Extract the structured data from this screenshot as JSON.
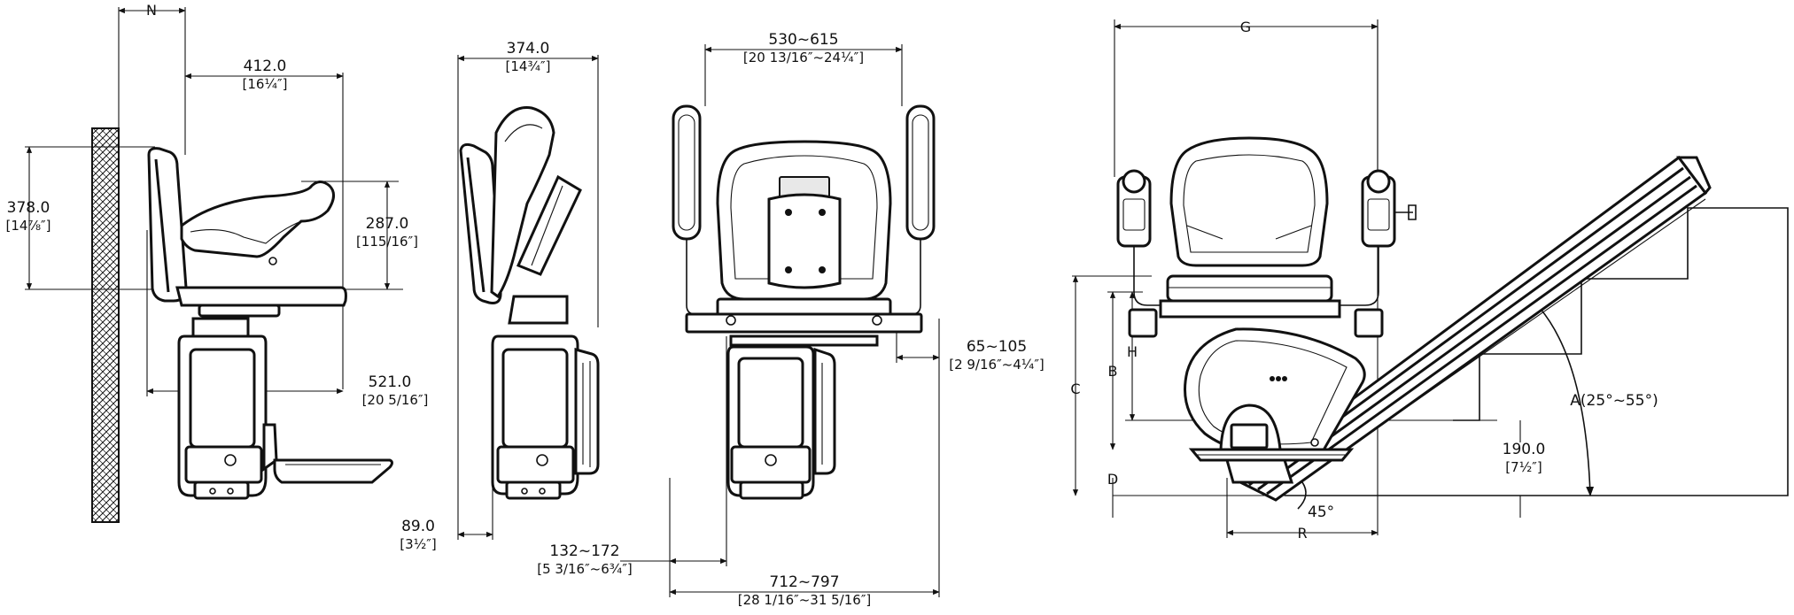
{
  "diagram": {
    "side_view": {
      "n_label": "N",
      "seat_depth": {
        "value": "412.0",
        "imperial": "[16¼″]"
      },
      "backrest_height": {
        "value": "378.0",
        "imperial": "[14⅞″]"
      },
      "armrest_height": {
        "value": "287.0",
        "imperial": "[115/16″]"
      },
      "overall_depth": {
        "value": "521.0",
        "imperial": "[20 5/16″]"
      }
    },
    "folded_view": {
      "folded_depth": {
        "value": "374.0",
        "imperial": "[14¾″]"
      },
      "rail_offset": {
        "value": "89.0",
        "imperial": "[3½″]"
      }
    },
    "front_view": {
      "seat_width": {
        "value": "530~615",
        "imperial": "[20 13/16″~24¼″]"
      },
      "arm_offset": {
        "value": "65~105",
        "imperial": "[2 9/16″~4¼″]"
      },
      "base_offset": {
        "value": "132~172",
        "imperial": "[5 3/16″~6¾″]"
      },
      "overall_width": {
        "value": "712~797",
        "imperial": "[28 1/16″~31 5/16″]"
      }
    },
    "stair_view": {
      "labels": {
        "g": "G",
        "c": "C",
        "b": "B",
        "h": "H",
        "d": "D",
        "r": "R"
      },
      "angle_range": "A(25°~55°)",
      "swivel_angle": "45°",
      "step_height": {
        "value": "190.0",
        "imperial": "[7½″]"
      }
    }
  }
}
